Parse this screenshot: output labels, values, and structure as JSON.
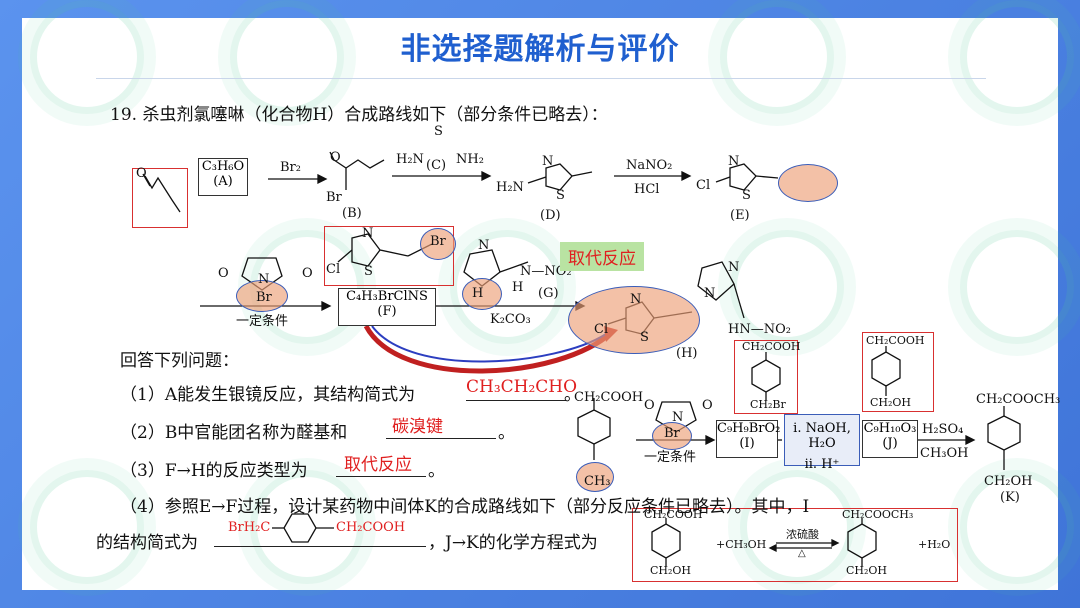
{
  "slide_title": "非选择题解析与评价",
  "question": {
    "intro": "19. 杀虫剂氯噻啉（化合物H）合成路线如下（部分条件已略去）：",
    "answer_prompt": "回答下列问题：",
    "q1": {
      "text": "（1）A能发生银镜反应，其结构简式为",
      "answer": "CH₃CH₂CHO",
      "end": "。"
    },
    "q2": {
      "text": "（2）B中官能团名称为醛基和",
      "answer": "碳溴键",
      "end": "。"
    },
    "q3": {
      "text": "（3）F→H的反应类型为",
      "answer": "取代反应",
      "end": "。"
    },
    "q4": {
      "text": "（4）参照E→F过程，设计某药物中间体K的合成路线如下（部分反应条件已略去）。其中，I",
      "line2_pre": "的结构简式为",
      "i_answer": "BrH₂C—C₆H₄—CH₂COOH",
      "i_left": "BrH₂C",
      "i_right": "CH₂COOH",
      "line2_mid": "，J→K的化学方程式为"
    }
  },
  "route_labels": {
    "A_formula": "C₃H₆O",
    "A": "(A)",
    "Br2": "Br₂",
    "B": "(B)",
    "thiourea_S": "S",
    "thiourea_left": "H₂N",
    "thiourea_C": "(C)",
    "thiourea_right": "NH₂",
    "D": "(D)",
    "D_H2N": "H₂N",
    "NaNO2": "NaNO₂",
    "HCl": "HCl",
    "E": "(E)",
    "Cl": "Cl",
    "F_formula": "C₄H₃BrClNS",
    "F": "(F)",
    "NBS_Br": "Br",
    "NBS_N": "N",
    "cond": "一定条件",
    "G": "(G)",
    "K2CO3": "K₂CO₃",
    "NO2": "NO₂",
    "H": "(H)",
    "HN_NO2": "HN—NO₂",
    "substitution": "取代反应"
  },
  "route2_labels": {
    "start_top": "CH₂COOH",
    "start_bottom": "CH₃",
    "I_formula": "C₉H₉BrO₂",
    "I": "(I)",
    "step2_i": "i. NaOH, H₂O",
    "step2_ii": "ii. H⁺",
    "J_formula": "C₉H₁₀O₃",
    "J": "(J)",
    "H2SO4": "H₂SO₄",
    "CH3OH": "CH₃OH",
    "K_top": "CH₂COOCH₃",
    "K_bottom": "CH₂OH",
    "K": "(K)",
    "I_struct_top": "CH₂COOH",
    "I_struct_bottom": "CH₂Br",
    "J_struct_top": "CH₂COOH",
    "J_struct_bottom": "CH₂OH"
  },
  "equation": {
    "left_top": "CH₂COOH",
    "left_bottom": "CH₂OH",
    "plus_reagent": "+CH₃OH",
    "catalyst": "浓硫酸",
    "right_top": "CH₂COOCH₃",
    "right_bottom": "CH₂OH",
    "plus_water": "+H₂O"
  },
  "colors": {
    "title": "#1f5fcf",
    "answer": "#e02020",
    "highlight": "#eca078",
    "frame": "#4f86e6"
  }
}
